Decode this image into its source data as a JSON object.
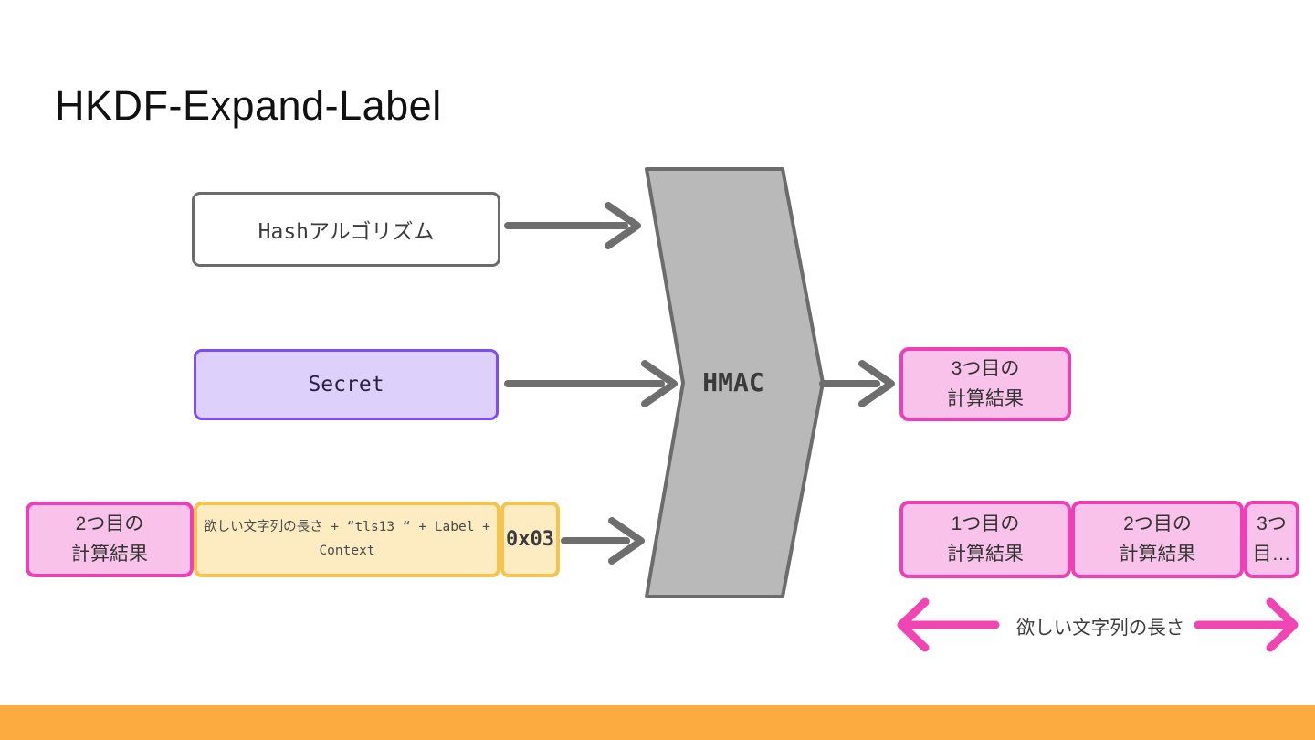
{
  "slide": {
    "title": "HKDF-Expand-Label"
  },
  "colors": {
    "accent_orange": "#FBAB40",
    "pink_fill": "#F9C2EA",
    "pink_border": "#EE3FB5",
    "purple_fill": "#DDD1FB",
    "purple_border": "#7C4DF0",
    "yellow_fill": "#FDECC2",
    "yellow_border": "#F5C44E",
    "hmac_fill": "#B9B9B9",
    "gray_stroke": "#6E6E6E",
    "pink_arrow": "#F046B4"
  },
  "diagram": {
    "hash_box": "Hashアルゴリズム",
    "secret_box": "Secret",
    "hmac_label": "HMAC",
    "result3_box": "3つ目の\n計算結果",
    "prev_result_box": "2つ目の\n計算結果",
    "info_box": "欲しい文字列の長さ + “tls13 “ + Label +\nContext",
    "byte_box": "0x03",
    "output_row": [
      "1つ目の\n計算結果",
      "2つ目の\n計算結果",
      "3つ\n目…"
    ],
    "length_arrow_label": "欲しい文字列の長さ"
  }
}
